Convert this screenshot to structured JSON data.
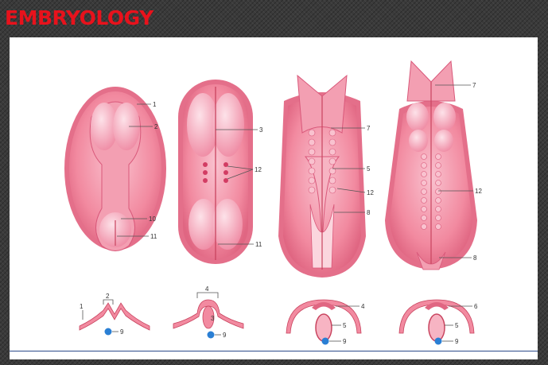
{
  "title": "EMBRYOLOGY",
  "colors": {
    "title": "#e8121c",
    "background": "#3a3a3a",
    "panel": "#ffffff",
    "embryo_outer": "#f28aa0",
    "embryo_inner": "#f7b4c3",
    "embryo_dark": "#c9445f",
    "notochord": "#2a7fd4"
  },
  "labels": {
    "n1": "1",
    "n2": "2",
    "n3": "3",
    "n4": "4",
    "n5": "5",
    "n6": "6",
    "n7": "7",
    "n8": "8",
    "n9": "9",
    "n10": "10",
    "n11": "11",
    "n12": "12"
  }
}
